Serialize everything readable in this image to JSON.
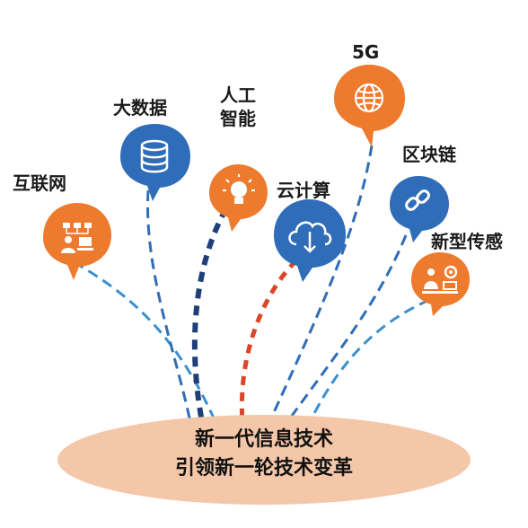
{
  "diagram": {
    "base": {
      "line1": "新一代信息技术",
      "line2": "引领新一轮技术变革",
      "color": "#f4c7a8"
    },
    "nodes": [
      {
        "id": "internet",
        "label": "互联网",
        "icon": "people-network-icon",
        "color": "#ee7a2e"
      },
      {
        "id": "bigdata",
        "label": "大数据",
        "icon": "database-icon",
        "color": "#2f6db8"
      },
      {
        "id": "ai",
        "label_line1": "人工",
        "label_line2": "智能",
        "icon": "lightbulb-icon",
        "color": "#ee7a2e"
      },
      {
        "id": "cloud",
        "label": "云计算",
        "icon": "cloud-download-icon",
        "color": "#2f6db8"
      },
      {
        "id": "5g",
        "label": "5G",
        "icon": "globe-icon",
        "color": "#ee7a2e"
      },
      {
        "id": "blockchain",
        "label": "区块链",
        "icon": "chain-link-icon",
        "color": "#2f6db8"
      },
      {
        "id": "sensing",
        "label": "新型传感",
        "icon": "worker-gear-icon",
        "color": "#ee7a2e"
      }
    ],
    "line_colors": {
      "light_blue": "#3a8fd0",
      "dark_blue": "#1f3f7a",
      "red": "#d9462b"
    }
  }
}
